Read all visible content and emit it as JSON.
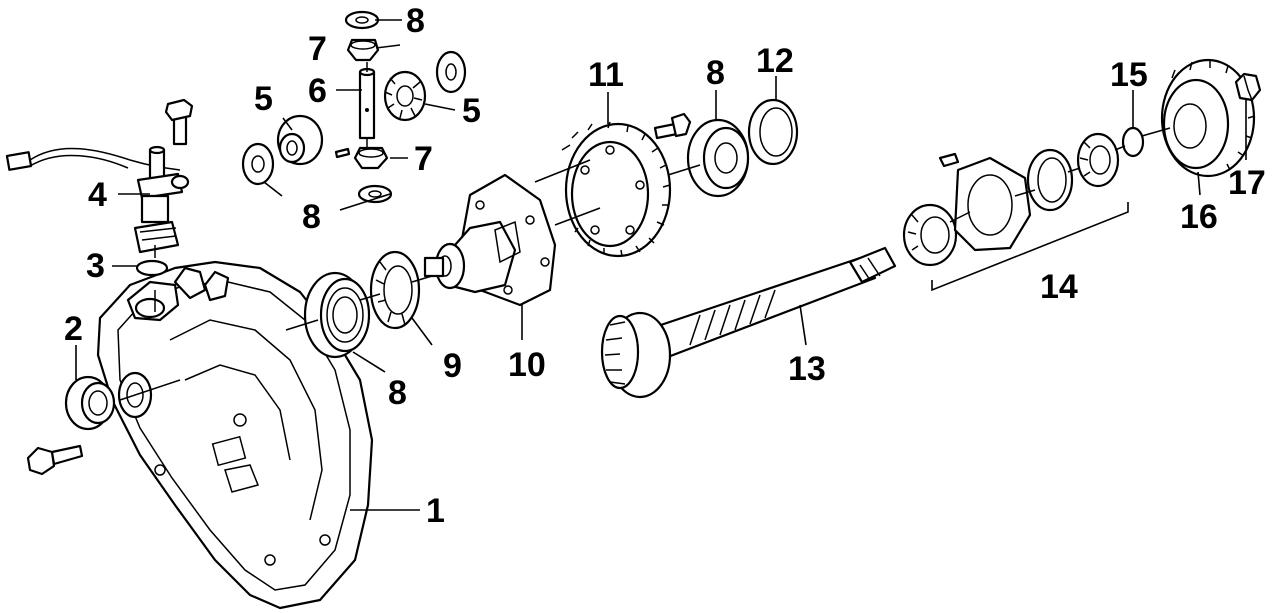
{
  "callouts": {
    "p1": "1",
    "p2": "2",
    "p3": "3",
    "p4": "4",
    "p5a": "5",
    "p5b": "5",
    "p6": "6",
    "p7a": "7",
    "p7b": "7",
    "p8a": "8",
    "p8b": "8",
    "p8c": "8",
    "p8d": "8",
    "p9": "9",
    "p10": "10",
    "p11": "11",
    "p12": "12",
    "p13": "13",
    "p14": "14",
    "p15": "15",
    "p16": "16",
    "p17": "17"
  },
  "colors": {
    "line": "#000000",
    "background": "#ffffff"
  }
}
